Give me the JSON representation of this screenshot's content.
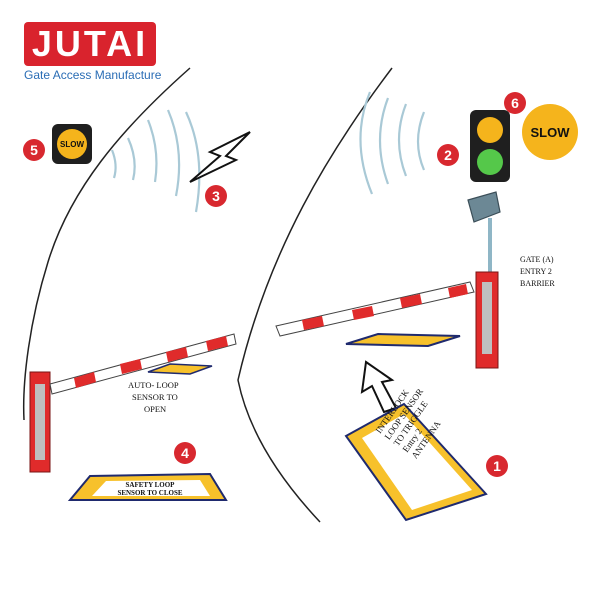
{
  "brand": {
    "logo_text": "JUTAI",
    "tagline": "Gate Access Manufacture"
  },
  "callouts": {
    "n1": "1",
    "n2": "2",
    "n3": "3",
    "n4": "4",
    "n5": "5",
    "n6": "6"
  },
  "signs": {
    "slow_left": "SLOW",
    "slow_right": "SLOW"
  },
  "labels": {
    "auto_loop": [
      "AUTO- LOOP",
      "SENSOR TO",
      "OPEN"
    ],
    "safety_loop": [
      "SAFETY LOOP",
      "SENSOR TO CLOSE"
    ],
    "gate_label": [
      "GATE (A)",
      "ENTRY 2",
      "BARRIER"
    ],
    "interlock_card": [
      "INTERLOCK",
      "LOOP SENSOR",
      "TO TRIGGLE",
      "Entry 2",
      "ANTENNA"
    ]
  },
  "colors": {
    "brand_red": "#d9232d",
    "callout_red": "#d8282f",
    "sign_yellow": "#f5b41c",
    "loop_yellow": "#f7c12b",
    "loop_border": "#1f2a6e",
    "traffic_green": "#55c84a",
    "barrier_red": "#e02b2b",
    "antenna_blue": "#a9c9d6"
  },
  "icons": [
    "traffic-light-icon",
    "slow-sign-icon",
    "antenna-icon",
    "direction-arrow-icon",
    "up-arrow-icon",
    "lightning-arrow-icon"
  ]
}
